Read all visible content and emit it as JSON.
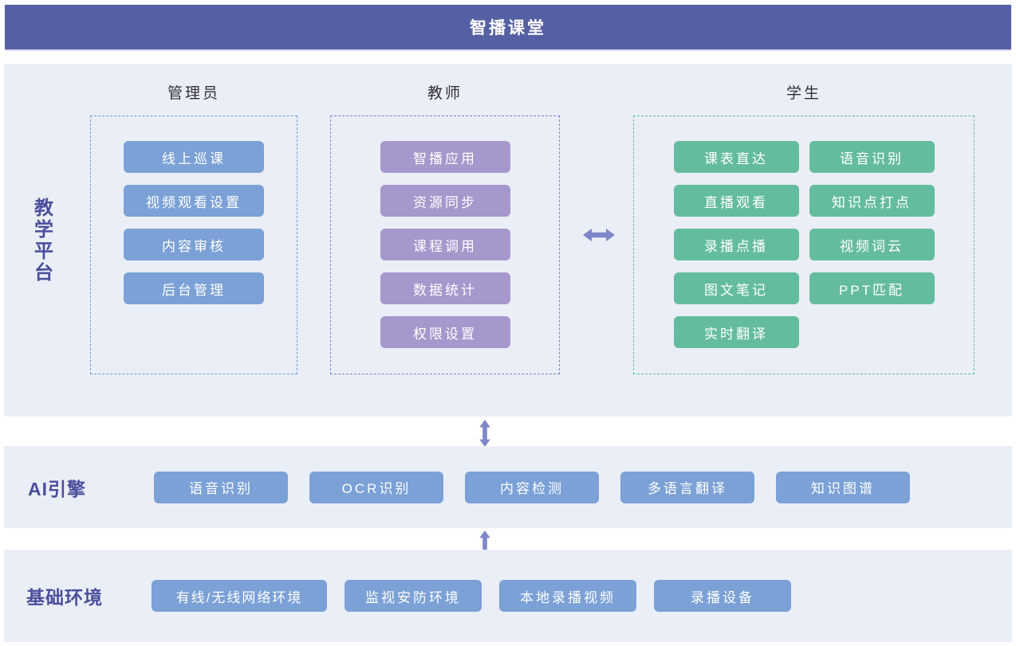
{
  "header": {
    "title": "智播课堂"
  },
  "platform": {
    "side_label": "教学平台",
    "columns": [
      {
        "id": "admin",
        "title": "管理员",
        "items": [
          "线上巡课",
          "视频观看设置",
          "内容审核",
          "后台管理"
        ]
      },
      {
        "id": "teacher",
        "title": "教师",
        "items": [
          "智播应用",
          "资源同步",
          "课程调用",
          "数据统计",
          "权限设置"
        ]
      },
      {
        "id": "student",
        "title": "学生",
        "items": [
          "课表直达",
          "语音识别",
          "直播观看",
          "知识点打点",
          "录播点播",
          "视频词云",
          "图文笔记",
          "PPT匹配",
          "实时翻译"
        ]
      }
    ]
  },
  "ai_engine": {
    "side_label": "AI引擎",
    "items": [
      "语音识别",
      "OCR识别",
      "内容检测",
      "多语言翻译",
      "知识图谱"
    ]
  },
  "infrastructure": {
    "side_label": "基础环境",
    "items": [
      "有线/无线网络环境",
      "监视安防环境",
      "本地录播视频",
      "录播设备"
    ]
  },
  "icons": {
    "teacher_student_arrow": "left-right-arrow",
    "platform_ai_arrow": "up-down-arrow",
    "ai_infrastructure_arrow": "up-down-arrow"
  },
  "colors": {
    "header_bg": "#5560a4",
    "section_bg": "#eaeef7",
    "admin_btn": "#7ba1d6",
    "teacher_btn": "#a697cc",
    "student_btn": "#64bc9e",
    "engine_btn": "#7ba1d6",
    "admin_border": "#6b9fd4",
    "teacher_border": "#7e82d2",
    "student_border": "#5fbfa4",
    "arrow": "#7d87c9",
    "side_label": "#4a4f9c",
    "column_title": "#2f2f38"
  }
}
